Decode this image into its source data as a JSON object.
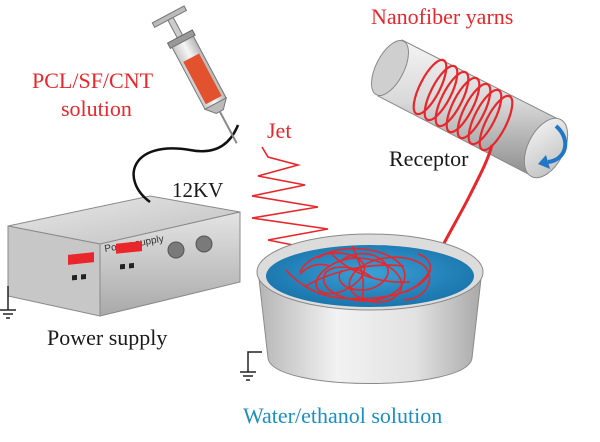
{
  "labels": {
    "nanofiber_yarns": "Nanofiber yarns",
    "solution_line1": "PCL/SF/CNT",
    "solution_line2": "solution",
    "jet": "Jet",
    "receptor": "Receptor",
    "voltage": "12KV",
    "power_supply": "Power supply",
    "device_label": "Power supply",
    "bath": "Water/ethanol solution"
  },
  "colors": {
    "fiber_red": "#e8262b",
    "bath_blue": "#1b8fc4",
    "arrow_blue": "#1f77c6",
    "text_black": "#1a1a1a"
  },
  "icons": {
    "ground": "ground-symbol-icon",
    "rotation": "rotation-arrow-icon"
  }
}
